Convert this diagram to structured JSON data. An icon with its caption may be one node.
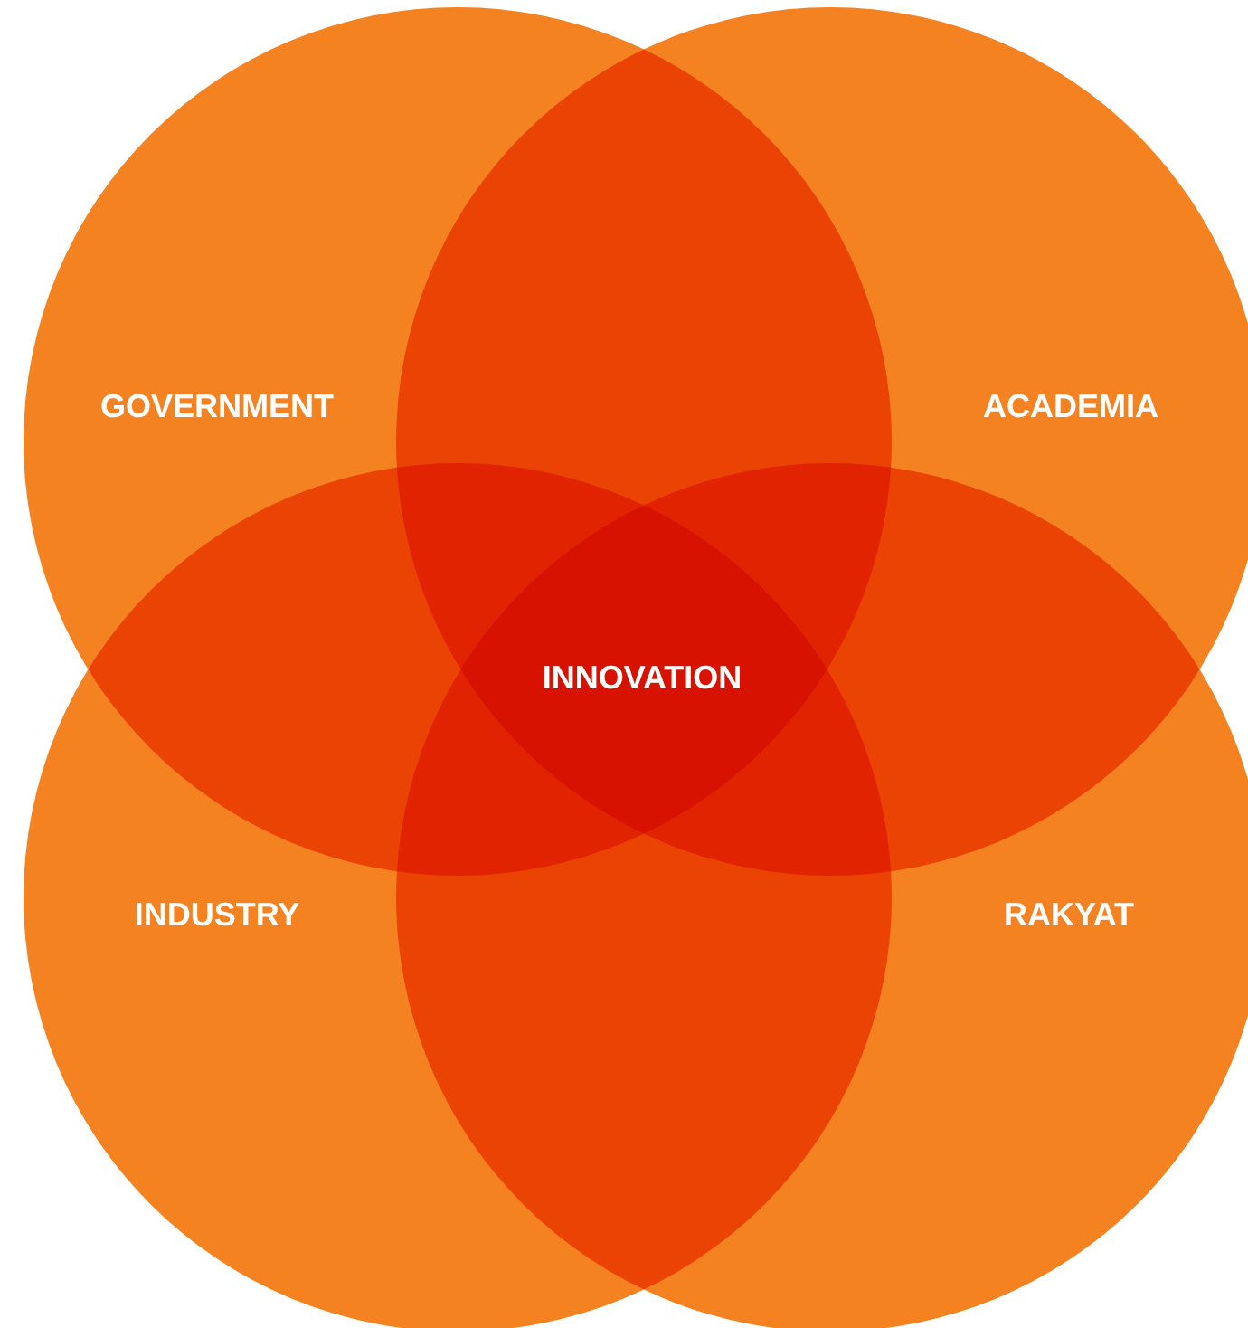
{
  "diagram": {
    "nodes": [
      {
        "text": [
          "GOVERNMENT"
        ]
      },
      {
        "text": [
          "ACADEMIA"
        ]
      },
      {
        "text": [
          "INDUSTRY"
        ]
      },
      {
        "text": [
          "RAKYAT"
        ]
      }
    ],
    "labels": [
      "INNOVATION"
    ]
  }
}
